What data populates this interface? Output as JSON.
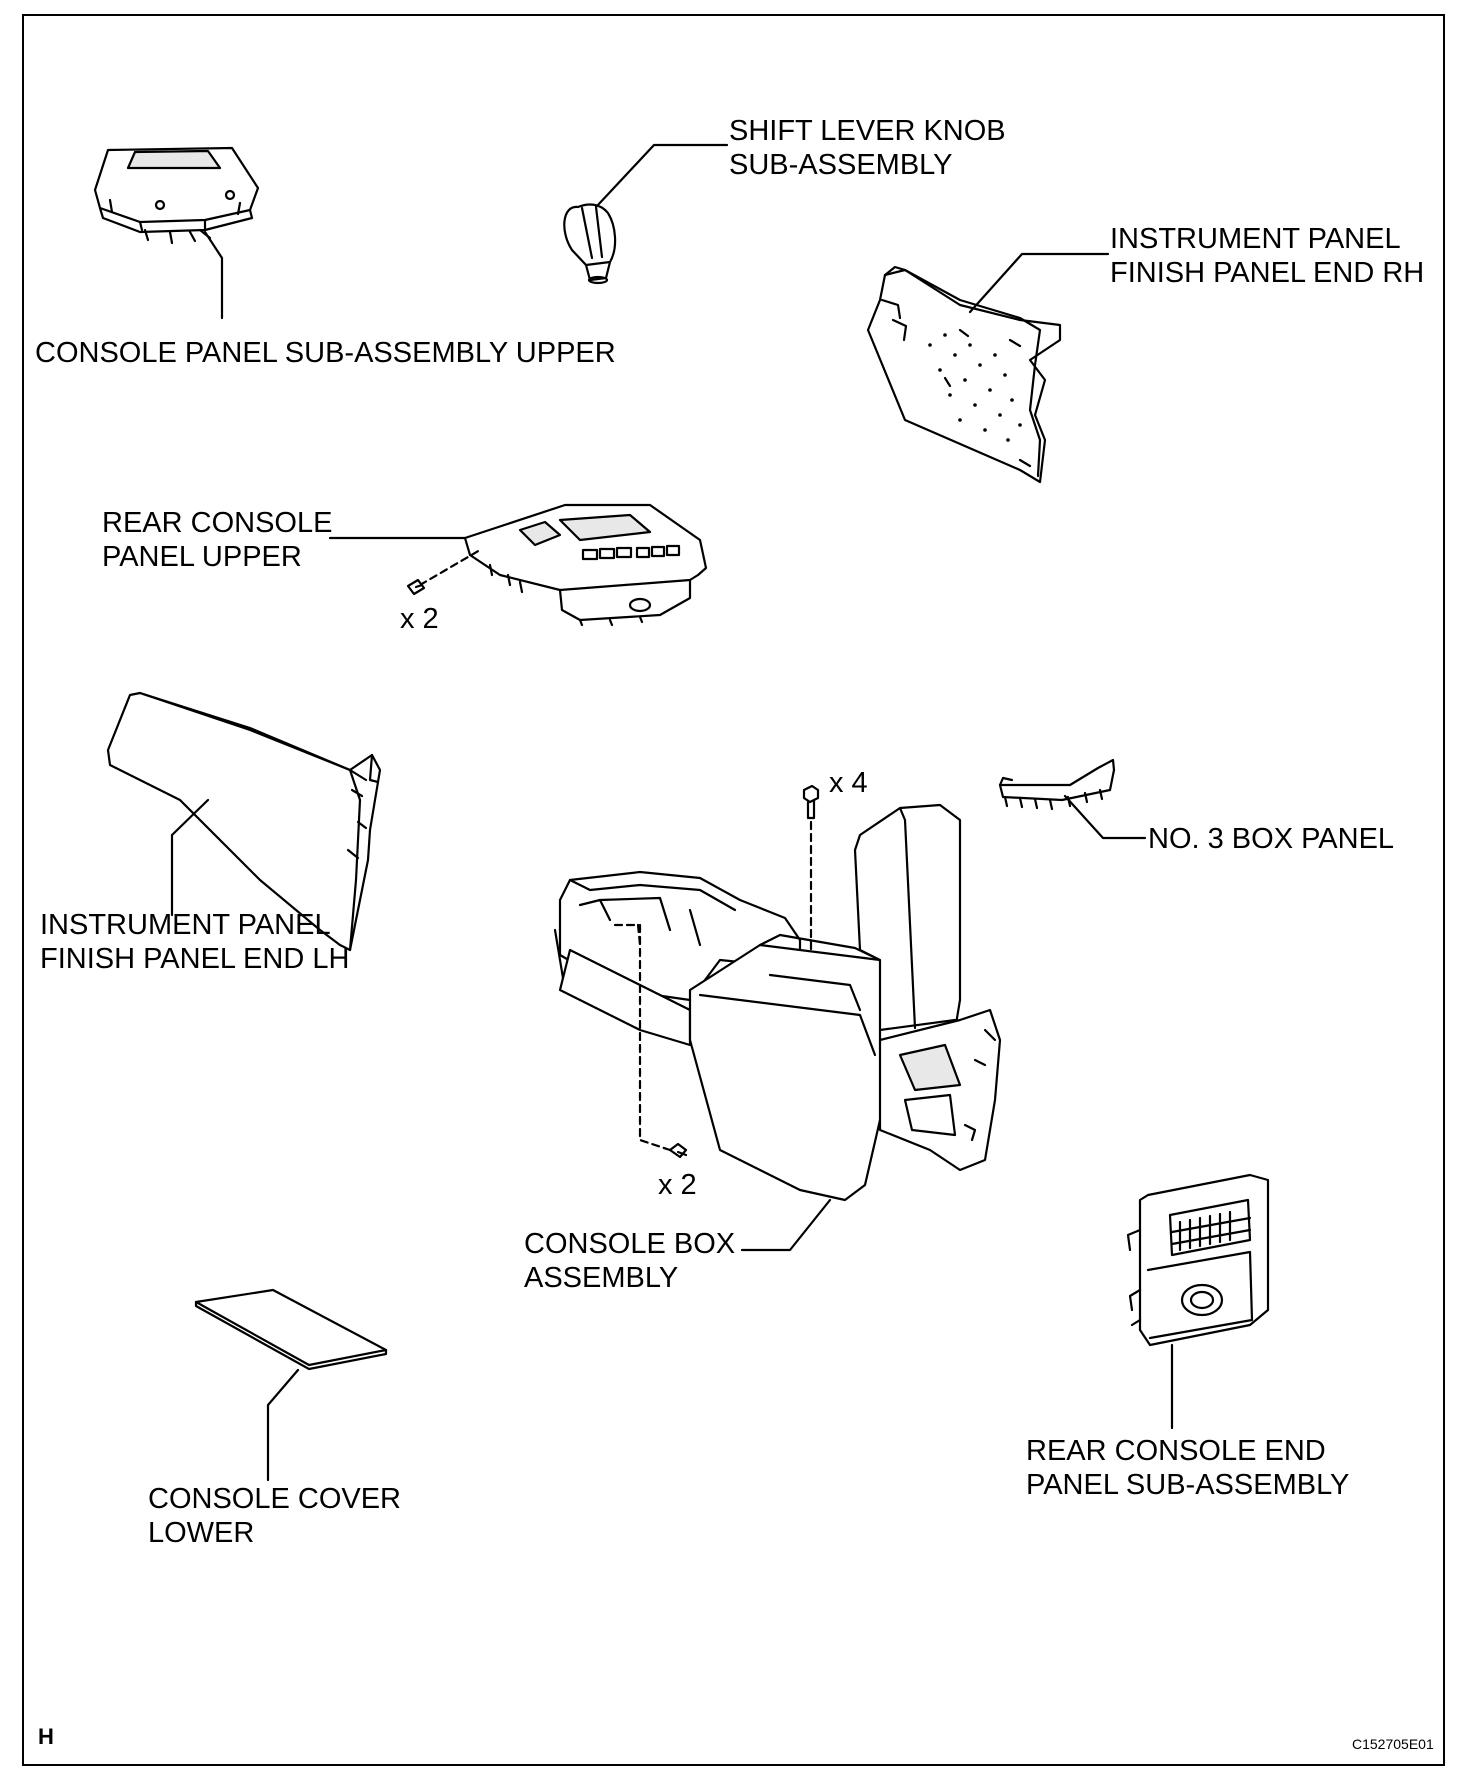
{
  "labels": {
    "console_panel_upper": [
      "CONSOLE PANEL SUB-ASSEMBLY UPPER"
    ],
    "shift_lever_knob": [
      "SHIFT LEVER KNOB",
      "SUB-ASSEMBLY"
    ],
    "ip_finish_rh": [
      "INSTRUMENT PANEL",
      "FINISH PANEL END RH"
    ],
    "rear_console_panel_upper": [
      "REAR CONSOLE",
      "PANEL UPPER"
    ],
    "ip_finish_lh": [
      "INSTRUMENT PANEL",
      "FINISH PANEL END LH"
    ],
    "no3_box_panel": [
      "NO. 3 BOX PANEL"
    ],
    "console_box": [
      "CONSOLE BOX",
      "ASSEMBLY"
    ],
    "console_cover_lower": [
      "CONSOLE COVER",
      "LOWER"
    ],
    "rear_console_end": [
      "REAR CONSOLE END",
      "PANEL SUB-ASSEMBLY"
    ]
  },
  "counts": {
    "upper_bolts": "x 2",
    "top_bolts": "x 4",
    "lower_bolts": "x 2"
  },
  "corner": {
    "section": "H",
    "figure_code": "C152705E01"
  }
}
